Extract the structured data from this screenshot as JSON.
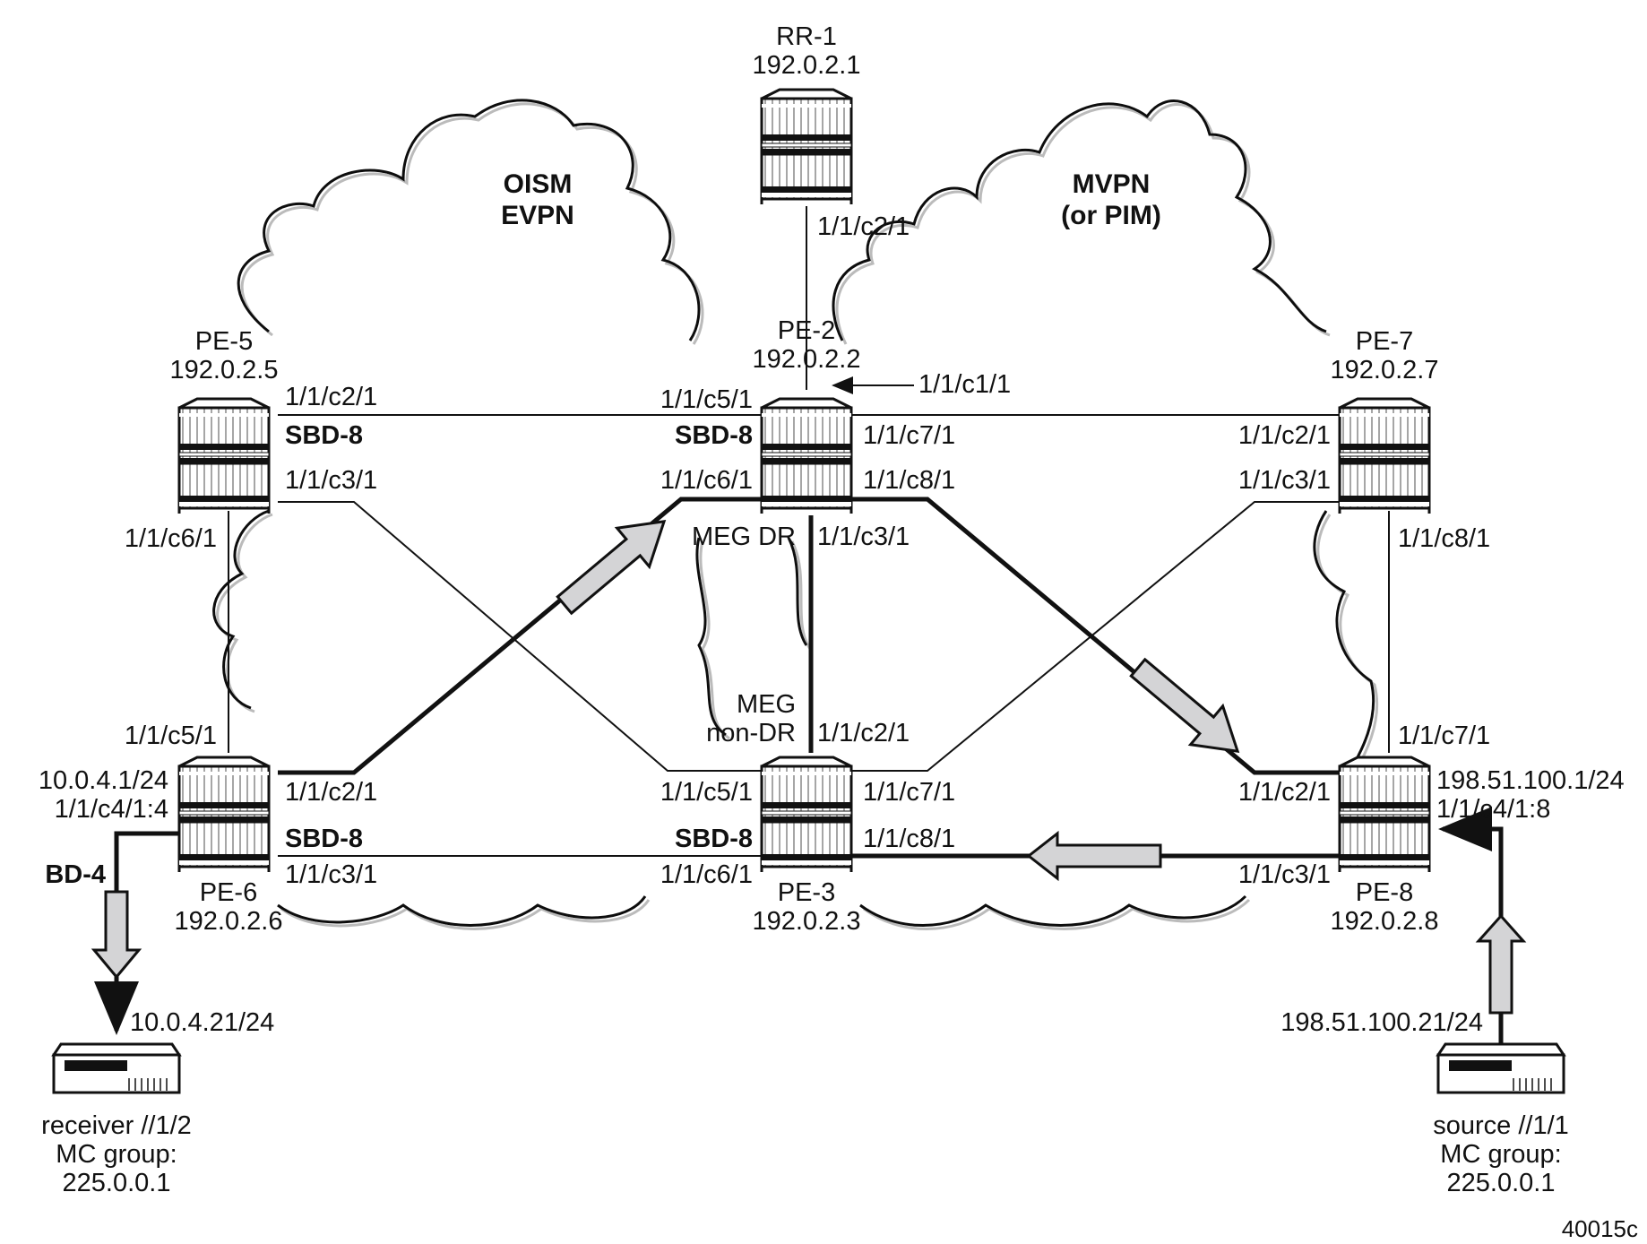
{
  "clouds": {
    "left": {
      "line1": "OISM",
      "line2": "EVPN"
    },
    "right": {
      "line1": "MVPN",
      "line2": "(or PIM)"
    }
  },
  "nodes": {
    "rr1": {
      "name": "RR-1",
      "ip": "192.0.2.1",
      "port_down": "1/1/c2/1"
    },
    "pe2": {
      "name": "PE-2",
      "ip": "192.0.2.2",
      "p_c1": "1/1/c1/1",
      "p_c5": "1/1/c5/1",
      "p_c6": "1/1/c6/1",
      "p_c7": "1/1/c7/1",
      "p_c8": "1/1/c8/1",
      "p_c3": "1/1/c3/1",
      "sbd": "SBD-8",
      "role": "MEG DR"
    },
    "pe3": {
      "name": "PE-3",
      "ip": "192.0.2.3",
      "p_c2": "1/1/c2/1",
      "p_c5": "1/1/c5/1",
      "p_c6": "1/1/c6/1",
      "p_c7": "1/1/c7/1",
      "p_c8": "1/1/c8/1",
      "sbd": "SBD-8",
      "role_line1": "MEG",
      "role_line2": "non-DR"
    },
    "pe5": {
      "name": "PE-5",
      "ip": "192.0.2.5",
      "p_c2": "1/1/c2/1",
      "p_c3": "1/1/c3/1",
      "p_c6": "1/1/c6/1",
      "sbd": "SBD-8"
    },
    "pe6": {
      "name": "PE-6",
      "ip": "192.0.2.6",
      "p_c5": "1/1/c5/1",
      "p_c2": "1/1/c2/1",
      "p_c3": "1/1/c3/1",
      "sbd": "SBD-8",
      "if_ip": "10.0.4.1/24",
      "if_port": "1/1/c4/1:4",
      "bd": "BD-4"
    },
    "pe7": {
      "name": "PE-7",
      "ip": "192.0.2.7",
      "p_c2": "1/1/c2/1",
      "p_c3": "1/1/c3/1",
      "p_c8": "1/1/c8/1"
    },
    "pe8": {
      "name": "PE-8",
      "ip": "192.0.2.8",
      "p_c7": "1/1/c7/1",
      "p_c2": "1/1/c2/1",
      "p_c3": "1/1/c3/1",
      "if_ip": "198.51.100.1/24",
      "if_port": "1/1/c4/1:8"
    }
  },
  "hosts": {
    "receiver": {
      "ip": "10.0.4.21/24",
      "line1": "receiver //1/2",
      "line2": "MC group:",
      "line3": "225.0.0.1"
    },
    "source": {
      "ip": "198.51.100.21/24",
      "line1": "source //1/1",
      "line2": "MC group:",
      "line3": "225.0.0.1"
    }
  },
  "figure_id": "40015c"
}
